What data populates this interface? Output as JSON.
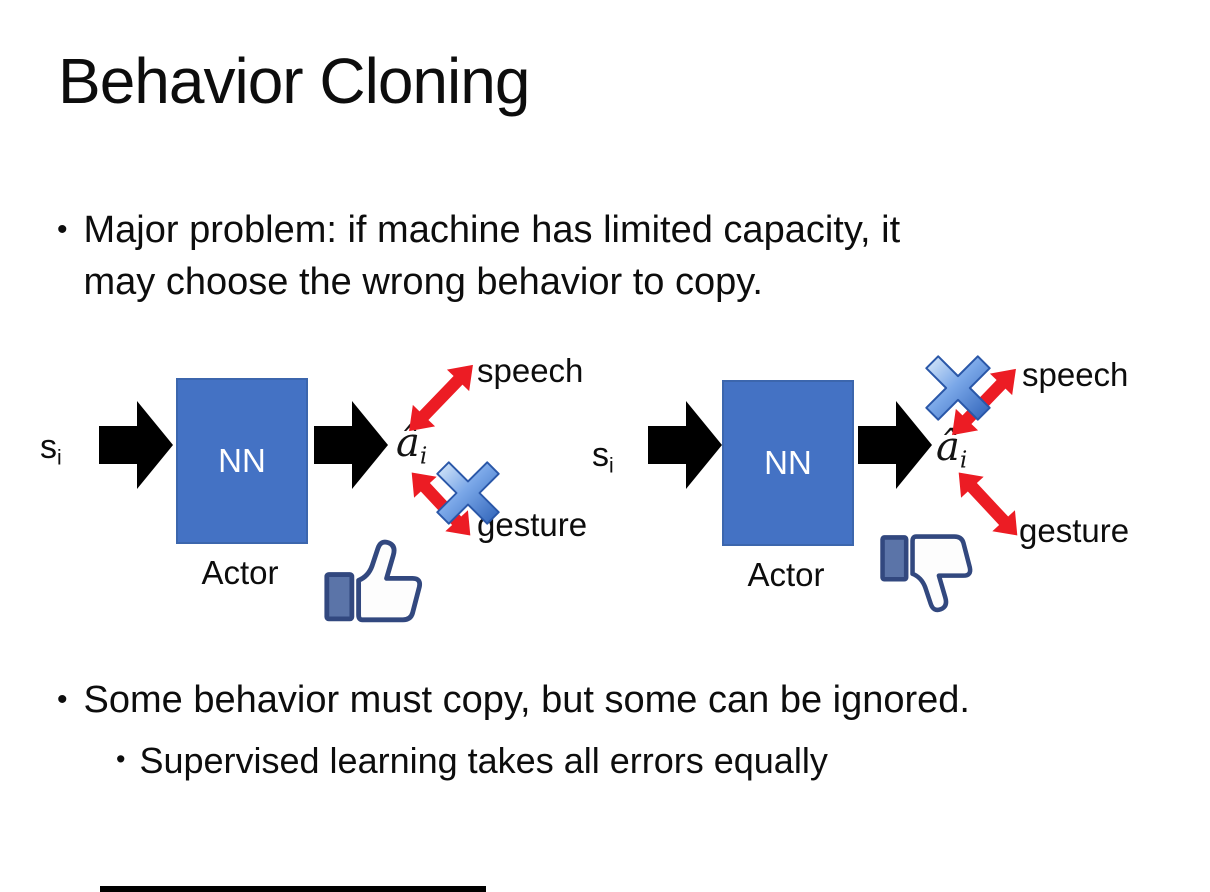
{
  "title": "Behavior Cloning",
  "bullets": {
    "marker": "•",
    "main1_line1": "Major problem: if machine has limited capacity, it",
    "main1_line2": "may choose the wrong behavior to copy.",
    "main2": "Some behavior must copy, but some can be ignored.",
    "sub2": "Supervised learning takes all errors equally"
  },
  "diagram_left": {
    "input": "s",
    "input_sub": "i",
    "box_label": "NN",
    "box_caption": "Actor",
    "output": "â",
    "output_sub": "i",
    "branch_top": "speech",
    "branch_bottom": "gesture",
    "crossed_branch": "gesture",
    "rating_icon": "thumbs-up"
  },
  "diagram_right": {
    "input": "s",
    "input_sub": "i",
    "box_label": "NN",
    "box_caption": "Actor",
    "output": "â",
    "output_sub": "i",
    "branch_top": "speech",
    "branch_bottom": "gesture",
    "crossed_branch": "speech",
    "rating_icon": "thumbs-down"
  },
  "colors": {
    "text_black": "#0d0d0d",
    "nn_box_blue": "#4472C4",
    "arrow_black": "#000000",
    "arrow_red": "#ec1c24",
    "cross_blue_light": "#dcebfa",
    "cross_blue_mid": "#7aa7e8",
    "cross_blue_dark": "#2e62b8",
    "thumb_outline_navy": "#32487f",
    "thumb_cuff_blue": "#5b74a8"
  }
}
